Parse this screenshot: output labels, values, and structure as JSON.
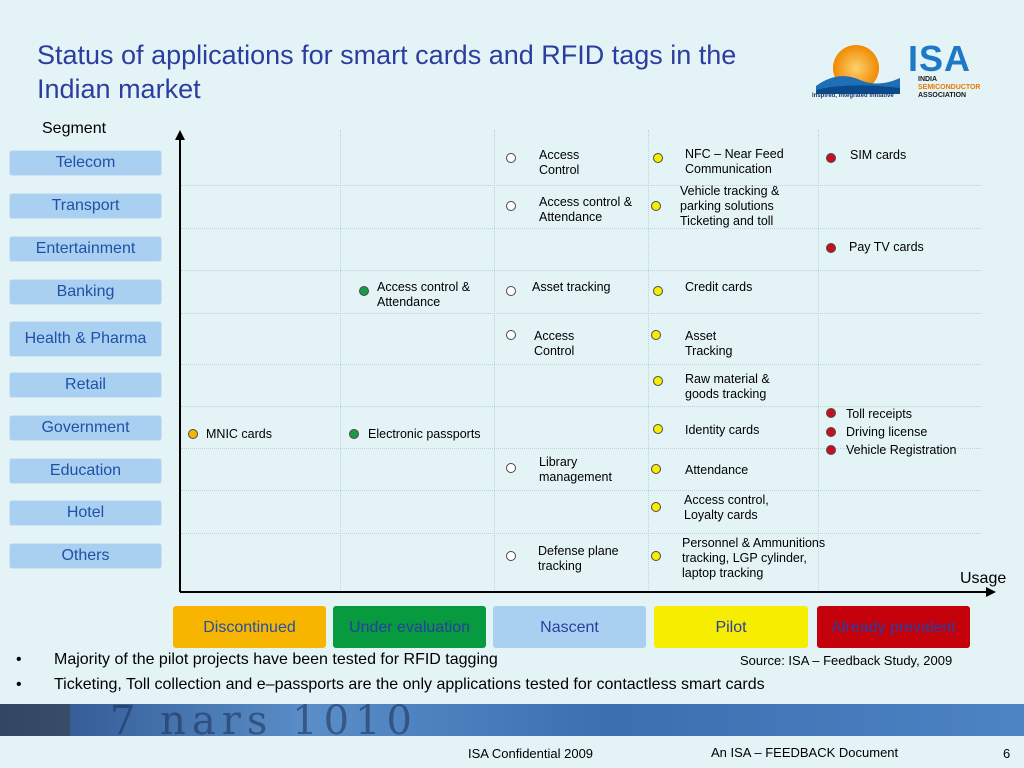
{
  "title": "Status of applications for smart cards and RFID tags in the Indian market",
  "logo": {
    "name": "ISA",
    "line1": "INDIA",
    "line2": "SEMICONDUCTOR",
    "line3": "ASSOCIATION",
    "tagline": "Inspired, Integrated Initiative"
  },
  "axis": {
    "y_label": "Segment",
    "x_label": "Usage"
  },
  "segments": [
    "Telecom",
    "Transport",
    "Entertainment",
    "Banking",
    "Health & Pharma",
    "Retail",
    "Government",
    "Education",
    "Hotel",
    "Others"
  ],
  "stages": [
    {
      "label": "Discontinued",
      "color": "#f7b500"
    },
    {
      "label": "Under evaluation",
      "color": "#079a3e"
    },
    {
      "label": "Nascent",
      "color": "#a9d0f0"
    },
    {
      "label": "Pilot",
      "color": "#f6ed00"
    },
    {
      "label": "Already prevalent",
      "color": "#c4000a"
    }
  ],
  "dot_colors": {
    "discontinued": "#f7b500",
    "evaluation": "#1a9b48",
    "nascent": "#ffffff",
    "pilot": "#f6ed00",
    "prevalent": "#c8101c"
  },
  "items": {
    "tel_access": "Access Control",
    "tel_nfc": "NFC – Near Feed Communication",
    "tel_sim": "SIM cards",
    "tr_access": "Access control & Attendance",
    "tr_vehicle": "Vehicle tracking & parking solutions Ticketing and toll",
    "ent_paytv": "Pay TV cards",
    "bank_access": "Access control & Attendance",
    "bank_asset": "Asset tracking",
    "bank_credit": "Credit cards",
    "hp_access": "Access Control",
    "hp_asset": "Asset Tracking",
    "ret_raw": "Raw material & goods tracking",
    "gov_mnic": "MNIC cards",
    "gov_epass": "Electronic passports",
    "gov_identity": "Identity cards",
    "gov_toll": "Toll receipts",
    "gov_driving": "Driving license",
    "gov_vehicle": "Vehicle Registration",
    "edu_library": "Library management",
    "edu_attendance": "Attendance",
    "hotel_access": "Access control, Loyalty cards",
    "oth_defense": "Defense plane tracking",
    "oth_personnel": "Personnel & Ammunitions tracking, LGP cylinder, laptop tracking"
  },
  "bullets": [
    "Majority of the pilot projects have been tested for RFID tagging",
    "Ticketing, Toll collection and e–passports are the only applications tested for contactless smart cards"
  ],
  "source": "Source: ISA – Feedback Study, 2009",
  "footer": {
    "confidential": "ISA Confidential 2009",
    "document": "An ISA – FEEDBACK Document",
    "page": "6"
  },
  "banner_text": "7 nars 1010"
}
